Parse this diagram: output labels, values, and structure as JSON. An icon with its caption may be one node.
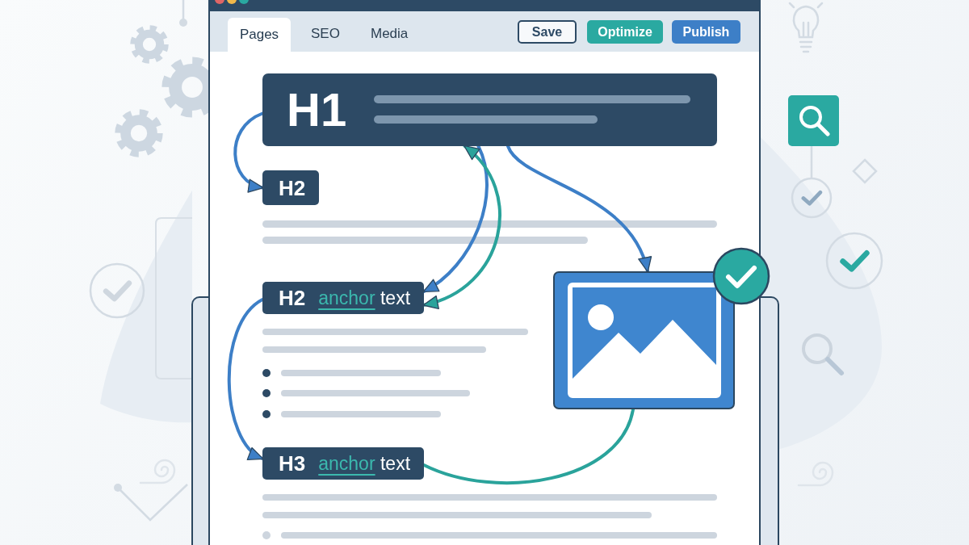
{
  "diagram": {
    "nodes": [
      {
        "text": [
          "H1"
        ]
      },
      {
        "text": [
          "H2"
        ]
      },
      {
        "text": [
          "H2",
          "anchor text"
        ]
      },
      {
        "text": [],
        "shape": "picture"
      },
      {
        "text": [
          "H3",
          "anchor text"
        ]
      }
    ],
    "edges": [
      {
        "from": 0,
        "to": 1,
        "arrow": "to"
      },
      {
        "from": 0,
        "to": 2,
        "arrow": "to"
      },
      {
        "from": 0,
        "to": 2,
        "arrow": "both",
        "color": "#2aa39b"
      },
      {
        "from": 0,
        "to": 3,
        "arrow": "to"
      },
      {
        "from": 2,
        "to": 4,
        "arrow": "to"
      },
      {
        "from": 3,
        "to": 4,
        "arrow": "none",
        "color": "#2aa39b"
      }
    ],
    "labels": [
      "Pages",
      "SEO",
      "Media",
      "Save",
      "Optimize",
      "Publish"
    ]
  }
}
